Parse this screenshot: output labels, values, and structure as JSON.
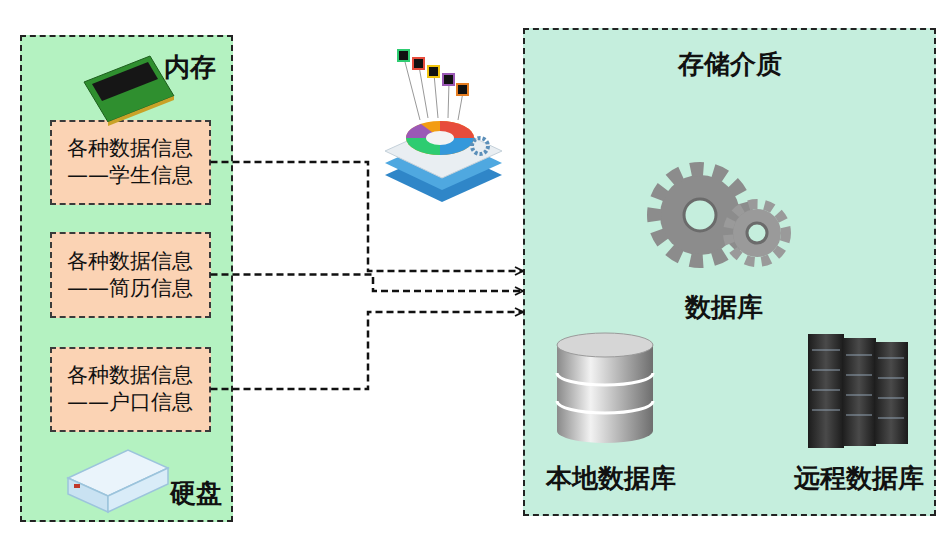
{
  "diagram": {
    "nodes": [
      {
        "text": [
          "内存",
          "硬盘"
        ]
      },
      {
        "text": [
          "各种数据信息——学生信息"
        ],
        "in": 0
      },
      {
        "text": [
          "各种数据信息——简历信息"
        ],
        "in": 0
      },
      {
        "text": [
          "各种数据信息——户口信息"
        ],
        "in": 0
      },
      {
        "text": [
          "存储介质",
          "数据库",
          "本地数据库",
          "远程数据库"
        ]
      }
    ],
    "edges": [
      {
        "from": 1,
        "to": 4,
        "arrow": "to"
      },
      {
        "from": 2,
        "to": 4,
        "arrow": "to"
      },
      {
        "from": 3,
        "to": 4,
        "arrow": "to"
      }
    ]
  }
}
